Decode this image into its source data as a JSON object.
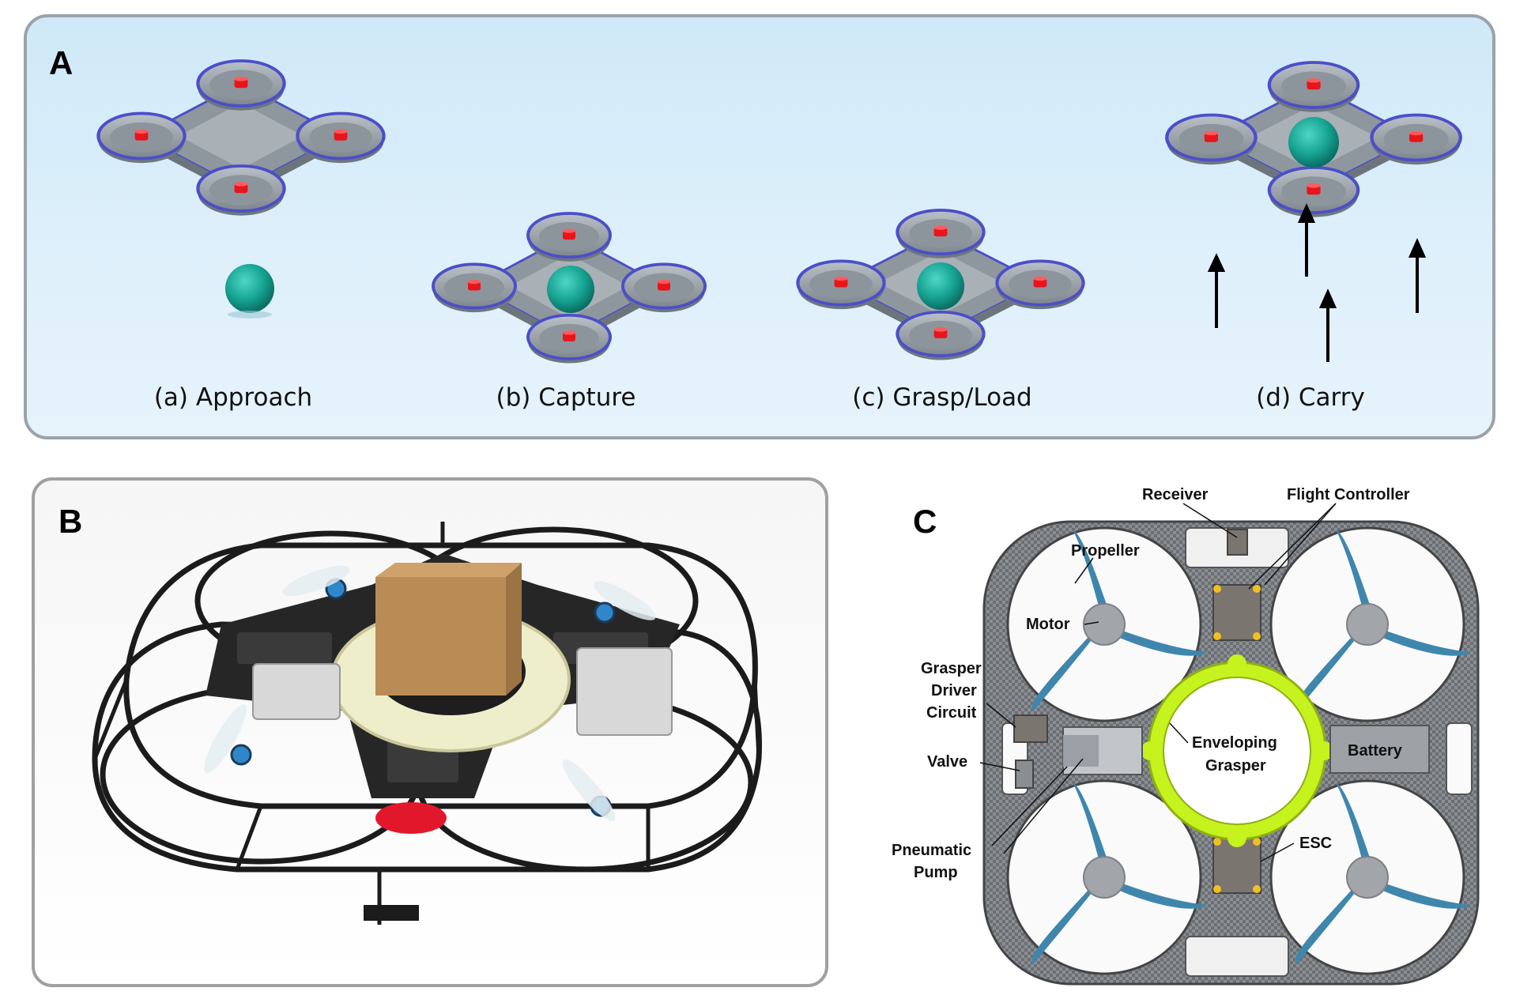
{
  "panel_a": {
    "letter": "A",
    "steps": [
      {
        "label": "(a) Approach"
      },
      {
        "label": "(b) Capture"
      },
      {
        "label": "(c) Grasp/Load"
      },
      {
        "label": "(d) Carry"
      }
    ]
  },
  "panel_b": {
    "letter": "B"
  },
  "panel_c": {
    "letter": "C",
    "labels": {
      "receiver": "Receiver",
      "flight_controller": "Flight Controller",
      "propeller": "Propeller",
      "motor": "Motor",
      "grasper_driver_1": "Grasper",
      "grasper_driver_2": "Driver",
      "grasper_driver_3": "Circuit",
      "valve": "Valve",
      "pneumatic_pump_1": "Pneumatic",
      "pneumatic_pump_2": "Pump",
      "enveloping_grasper_1": "Enveloping",
      "enveloping_grasper_2": "Grasper",
      "battery": "Battery",
      "esc": "ESC"
    }
  },
  "colors": {
    "panel_a_bg": "#d6ecf9",
    "drone_frame": "#9aa1a8",
    "rotor_ring": "#4b4fc7",
    "motor_red": "#e8141c",
    "ball_teal": "#1aa99a",
    "propeller_blue": "#3f86ad",
    "grasper_lime": "#c6f21d",
    "carbon": "#7b7f84"
  }
}
